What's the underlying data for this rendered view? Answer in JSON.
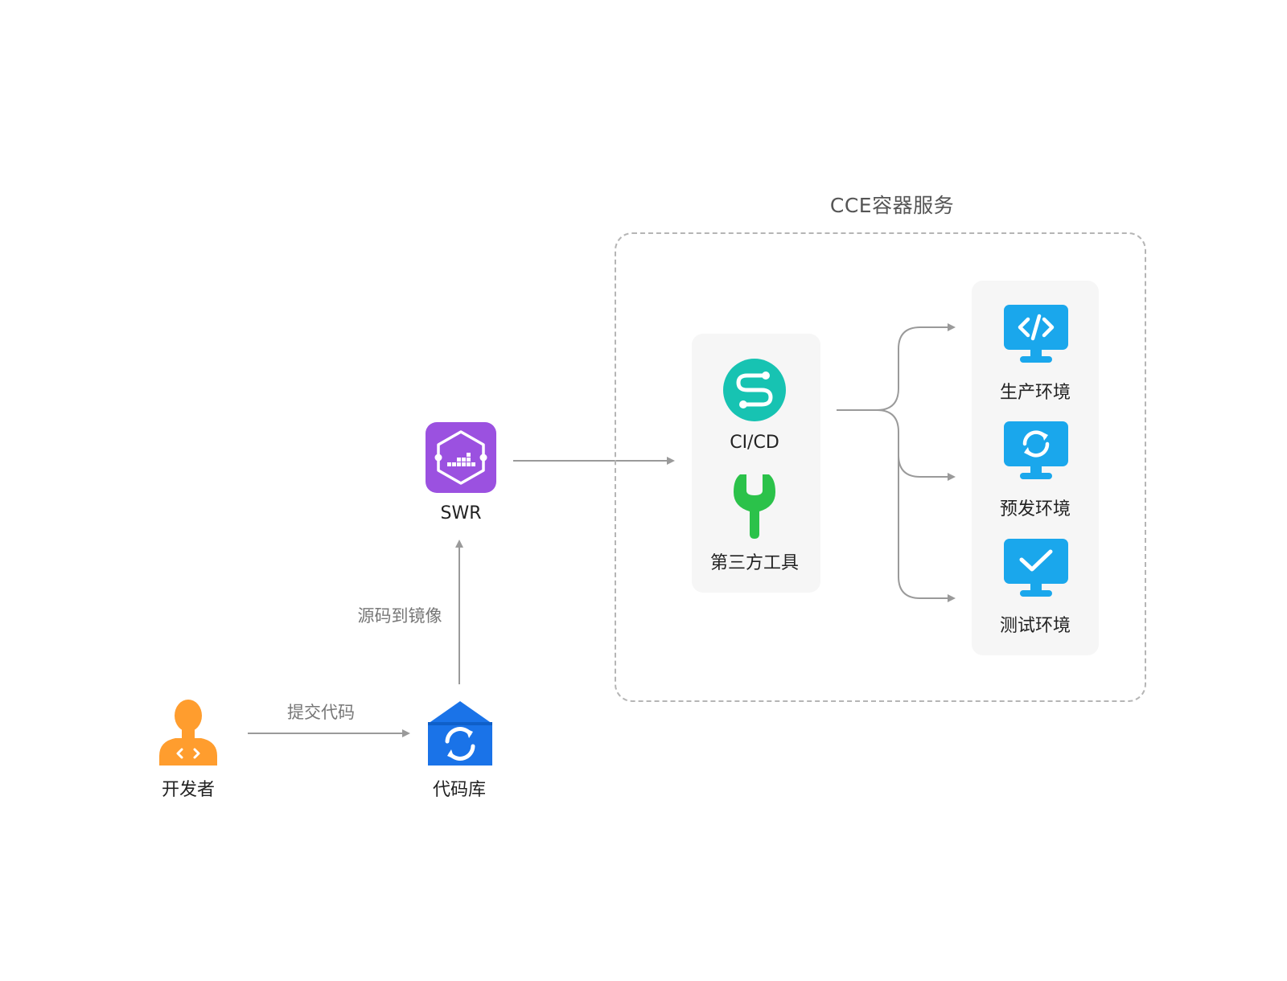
{
  "group": {
    "title": "CCE容器服务"
  },
  "nodes": {
    "developer": {
      "label": "开发者",
      "color": "#ff9d2e",
      "icon": "developer-icon"
    },
    "repo": {
      "label": "代码库",
      "color": "#1a73e8",
      "icon": "code-repo-icon"
    },
    "swr": {
      "label": "SWR",
      "color": "#9b51e0",
      "icon": "swr-container-icon"
    },
    "cicd": {
      "label": "CI/CD",
      "color": "#17c3b2",
      "icon": "cicd-icon"
    },
    "tools": {
      "label": "第三方工具",
      "color": "#2bc24a",
      "icon": "wrench-icon"
    },
    "prod": {
      "label": "生产环境",
      "color": "#1aa7ec",
      "icon": "monitor-code-icon"
    },
    "pre": {
      "label": "预发环境",
      "color": "#1aa7ec",
      "icon": "monitor-refresh-icon"
    },
    "test": {
      "label": "测试环境",
      "color": "#1aa7ec",
      "icon": "monitor-check-icon"
    }
  },
  "edges": {
    "commit": {
      "label": "提交代码"
    },
    "build": {
      "label": "源码到镜像"
    }
  }
}
